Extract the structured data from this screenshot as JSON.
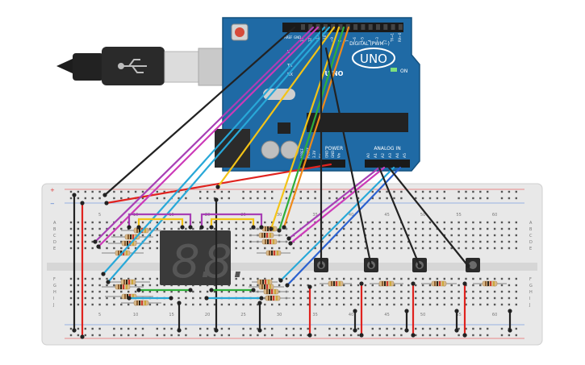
{
  "board": {
    "brand": "UNO",
    "brand_suffix": "UINO",
    "on_label": "ON",
    "tx_label": "TX",
    "rx_label": "RX",
    "l_label": "L",
    "digital_label": "DIGITAL (PWM~)",
    "power_label": "POWER",
    "analog_label": "ANALOG IN",
    "aref_label": "AREF",
    "gnd_label": "GND",
    "digital_pins": [
      "13",
      "12",
      "~11",
      "~10",
      "~9",
      "8",
      "7",
      "~6",
      "~5",
      "4",
      "~3",
      "2",
      "TX→1",
      "RX←0"
    ],
    "power_pins": [
      "IOREF",
      "RESET",
      "3.3V",
      "5V",
      "GND",
      "GND",
      "Vin"
    ],
    "analog_pins": [
      "A0",
      "A1",
      "A2",
      "A3",
      "A4",
      "A5"
    ]
  },
  "breadboard": {
    "row_letters_top": [
      "A",
      "B",
      "C",
      "D",
      "E"
    ],
    "row_letters_bottom": [
      "F",
      "G",
      "H",
      "I",
      "J"
    ],
    "column_numbers": [
      "5",
      "10",
      "15",
      "20",
      "25",
      "30",
      "35",
      "40",
      "45",
      "50",
      "55",
      "60"
    ],
    "rail_plus": "+",
    "rail_minus": "−"
  },
  "display": {
    "digits": [
      "8.",
      "8."
    ]
  },
  "buttons": {
    "count": 4
  },
  "colors": {
    "board_blue": "#1f6aa5",
    "wire_red": "#e0231f",
    "wire_black": "#222222",
    "wire_purple": "#a83fb5",
    "wire_magenta": "#cc3ab8",
    "wire_cyan": "#28a8d8",
    "wire_yellow": "#f3c317",
    "wire_green": "#2fae3a",
    "wire_orange": "#f08a19",
    "wire_blue": "#2c62d0"
  }
}
